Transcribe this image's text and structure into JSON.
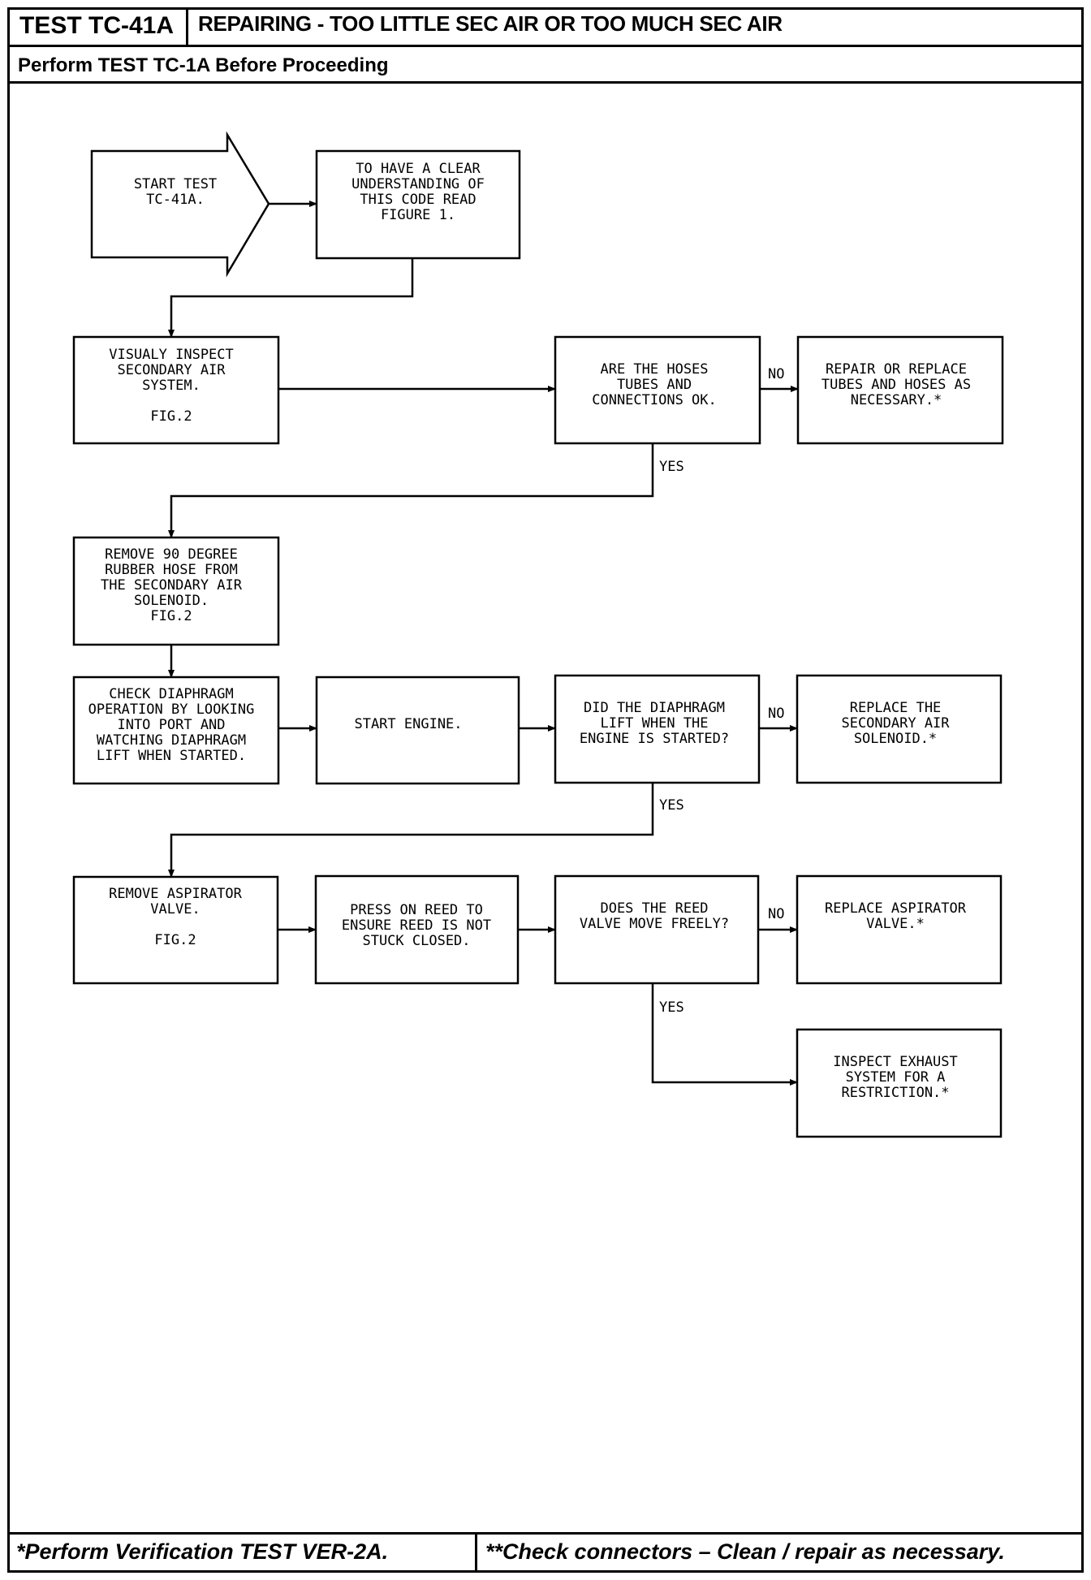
{
  "header": {
    "test_code": "TEST TC-41A",
    "title": "REPAIRING - TOO LITTLE SEC AIR OR TOO MUCH SEC AIR",
    "prerequisite": "Perform TEST TC-1A Before Proceeding"
  },
  "flow": {
    "start": [
      "START TEST",
      "TC-41A."
    ],
    "read_figure": [
      "TO HAVE A CLEAR",
      "UNDERSTANDING OF",
      "THIS CODE READ",
      "FIGURE 1."
    ],
    "visually_inspect": [
      "VISUALY INSPECT",
      "SECONDARY AIR",
      "SYSTEM.",
      "",
      "FIG.2"
    ],
    "hoses_ok_question": [
      "ARE THE HOSES",
      "TUBES AND",
      "CONNECTIONS OK."
    ],
    "repair_hoses": [
      "REPAIR OR REPLACE",
      "TUBES AND HOSES AS",
      "NECESSARY.*"
    ],
    "remove_hose": [
      "REMOVE 90 DEGREE",
      "RUBBER HOSE FROM",
      "THE SECONDARY AIR",
      "SOLENOID.",
      "FIG.2"
    ],
    "check_diaphragm": [
      "CHECK DIAPHRAGM",
      "OPERATION BY LOOKING",
      "INTO PORT AND",
      "WATCHING DIAPHRAGM",
      "LIFT WHEN STARTED."
    ],
    "start_engine": [
      "START ENGINE."
    ],
    "diaphragm_question": [
      "DID THE DIAPHRAGM",
      "LIFT WHEN THE",
      "ENGINE IS STARTED?"
    ],
    "replace_solenoid": [
      "REPLACE THE",
      "SECONDARY AIR",
      "SOLENOID.*"
    ],
    "remove_aspirator": [
      "REMOVE ASPIRATOR",
      "VALVE.",
      "",
      "FIG.2"
    ],
    "press_reed": [
      "PRESS ON REED TO",
      "ENSURE REED IS NOT",
      "STUCK CLOSED."
    ],
    "reed_question": [
      "DOES THE REED",
      "VALVE MOVE FREELY?"
    ],
    "replace_aspirator": [
      "REPLACE ASPIRATOR",
      "VALVE.*"
    ],
    "inspect_exhaust": [
      "INSPECT EXHAUST",
      "SYSTEM FOR A",
      "RESTRICTION.*"
    ],
    "labels": {
      "no": "NO",
      "yes": "YES"
    }
  },
  "footer": {
    "left": "*Perform Verification TEST VER-2A.",
    "right": "**Check connectors – Clean / repair as necessary."
  }
}
